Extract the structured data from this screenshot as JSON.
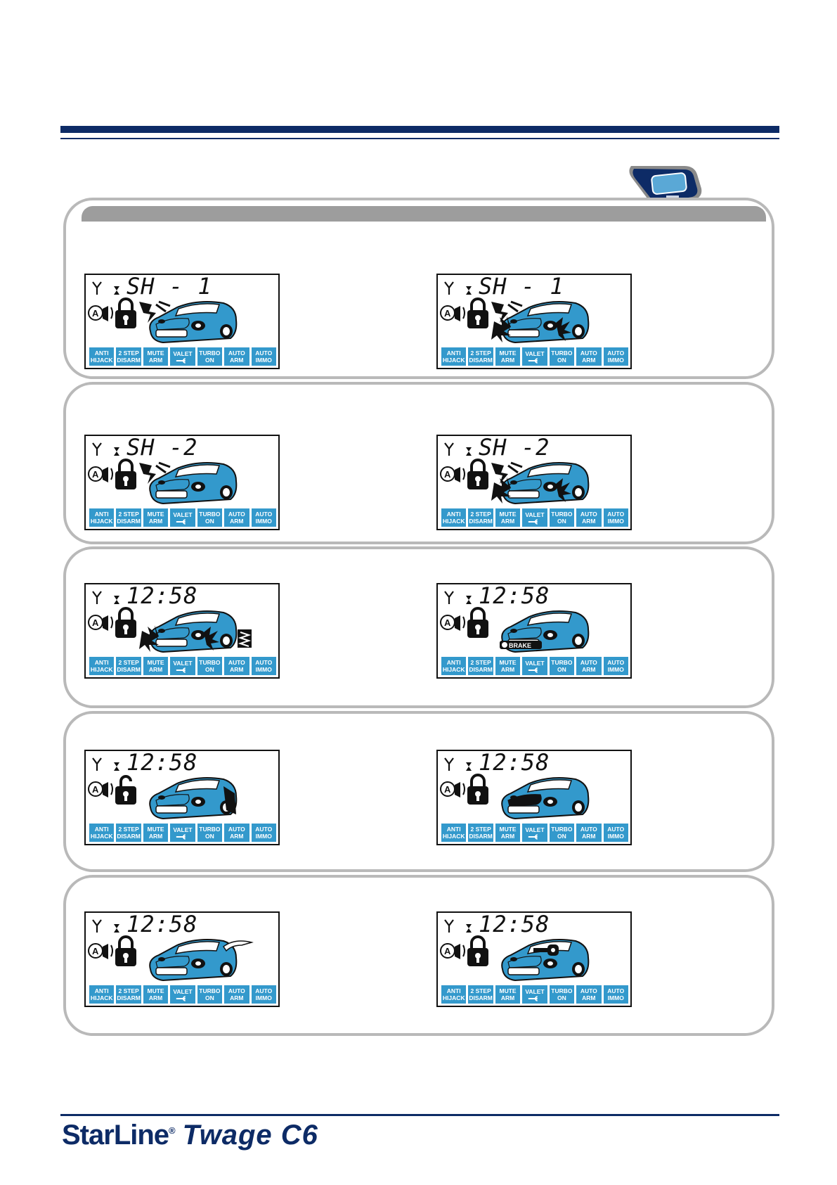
{
  "colors": {
    "navy": "#0d2b66",
    "lcd_blue": "#3399cc",
    "panel_border": "#b9b9b9",
    "panel_bar": "#9d9d9d"
  },
  "icons": [
    "antenna-icon",
    "hourglass-icon",
    "siren-icon",
    "lock-icon",
    "car-icon",
    "shock-burst-icon",
    "brake-icon",
    "vibration-icon",
    "ignition-key-icon",
    "remote-fob-icon"
  ],
  "button_row": [
    {
      "line1": "ANTI",
      "line2": "HIJACK"
    },
    {
      "line1": "2 STEP",
      "line2": "DISARM"
    },
    {
      "line1": "MUTE",
      "line2": "ARM"
    },
    {
      "line1": "VALET",
      "line2": ""
    },
    {
      "line1": "TURBO",
      "line2": "ON"
    },
    {
      "line1": "AUTO",
      "line2": "ARM"
    },
    {
      "line1": "AUTO",
      "line2": "IMMO"
    }
  ],
  "screens": [
    {
      "display": "SH - 1",
      "state": "shock-warning-zone-1"
    },
    {
      "display": "SH - 1",
      "state": "shock-alarm-zone-1"
    },
    {
      "display": "SH -2",
      "state": "shock-warning-zone-2"
    },
    {
      "display": "SH -2",
      "state": "shock-alarm-zone-2"
    },
    {
      "display": "12:58",
      "state": "alarm-sensor"
    },
    {
      "display": "12:58",
      "state": "brake-pedal",
      "overlay": "BRAKE"
    },
    {
      "display": "12:58",
      "state": "door-open"
    },
    {
      "display": "12:58",
      "state": "hood-open"
    },
    {
      "display": "12:58",
      "state": "trunk-open"
    },
    {
      "display": "12:58",
      "state": "ignition-on"
    }
  ],
  "footer": {
    "brand": "StarLine",
    "reg": "®",
    "model": "Twage C6"
  }
}
